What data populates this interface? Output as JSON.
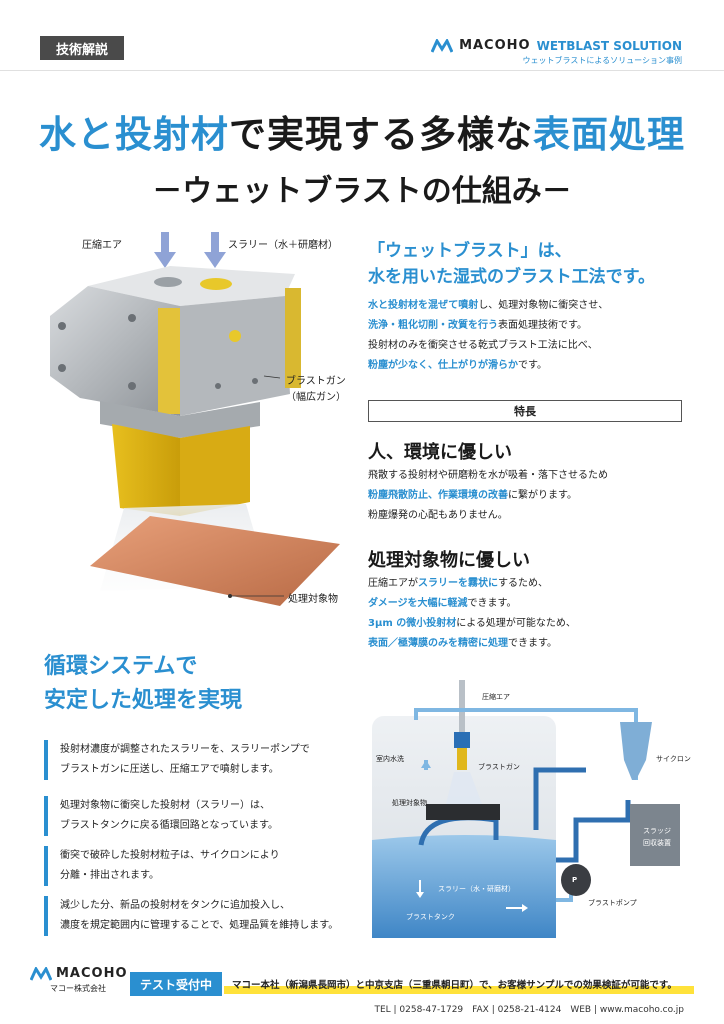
{
  "header": {
    "tag": "技術解説",
    "brand_name": "MACOHO",
    "brand_solution": "WETBLAST SOLUTION",
    "brand_sub": "ウェットブラストによるソリューション事例"
  },
  "title": {
    "part1": "水と投射材",
    "part2": "で実現する多様な",
    "part3": "表面処理",
    "subtitle": "－ウェットブラストの仕組み－"
  },
  "illustration": {
    "air": "圧縮エア",
    "slurry": "スラリー（水＋研磨材）",
    "gun1": "ブラストガン",
    "gun2": "（幅広ガン）",
    "target": "処理対象物"
  },
  "intro": {
    "line1": "「ウェットブラスト」は、",
    "line2": "水を用いた湿式のブラスト工法です。",
    "p1_hl": "水と投射材を混ぜて噴射",
    "p1_rest": "し、処理対象物に衝突させ、",
    "p2_hl": "洗浄・粗化切削・改質を行う",
    "p2_rest": "表面処理技術です。",
    "p3": "投射材のみを衝突させる乾式ブラスト工法に比べ、",
    "p4_hl": "粉塵が少なく、仕上がりが滑らか",
    "p4_rest": "です。"
  },
  "features": {
    "label": "特長",
    "h1": "人、環境に優しい",
    "a1": "飛散する投射材や研磨粉を水が吸着・落下させるため",
    "a2_hl": "粉塵飛散防止、作業環境の改善",
    "a2_rest": "に繋がります。",
    "a3": "粉塵爆発の心配もありません。",
    "h2": "処理対象物に優しい",
    "b1_a": "圧縮エアが",
    "b1_hl": "スラリーを霧状に",
    "b1_b": "するため、",
    "b2_hl": "ダメージを大幅に軽減",
    "b2_rest": "できます。",
    "b3_hl": "3μm の微小投射材",
    "b3_rest": "による処理が可能なため、",
    "b4_hl": "表面／極薄膜のみを精密に処理",
    "b4_rest": "できます。"
  },
  "circulation": {
    "title1": "循環システムで",
    "title2": "安定した処理を実現",
    "items": [
      [
        "投射材濃度が調整されたスラリーを、スラリーポンプで",
        "ブラストガンに圧送し、圧縮エアで噴射します。"
      ],
      [
        "処理対象物に衝突した投射材（スラリー）は、",
        "ブラストタンクに戻る循環回路となっています。"
      ],
      [
        "衝突で破砕した投射材粒子は、サイクロンにより",
        "分離・排出されます。"
      ],
      [
        "減少した分、新品の投射材をタンクに追加投入し、",
        "濃度を規定範囲内に管理することで、処理品質を維持します。"
      ]
    ]
  },
  "diagram": {
    "air": "圧縮エア",
    "wash": "室内水洗",
    "gun": "ブラストガン",
    "cyclone": "サイクロン",
    "target": "処理対象物",
    "sludge1": "スラッジ",
    "sludge2": "回収装置",
    "slurry": "スラリー（水・研磨材）",
    "pump_p": "P",
    "pump": "ブラストポンプ",
    "tank": "ブラストタンク"
  },
  "footer": {
    "logo_name": "MACOHO",
    "logo_sub": "マコー株式会社",
    "test": "テスト受付中",
    "note": "マコー本社（新潟県長岡市）と中京支店（三重県朝日町）で、お客様サンプルでの効果検証が可能です。",
    "contact": "TEL | 0258-47-1729　FAX | 0258-21-4124　WEB | www.macoho.co.jp"
  }
}
